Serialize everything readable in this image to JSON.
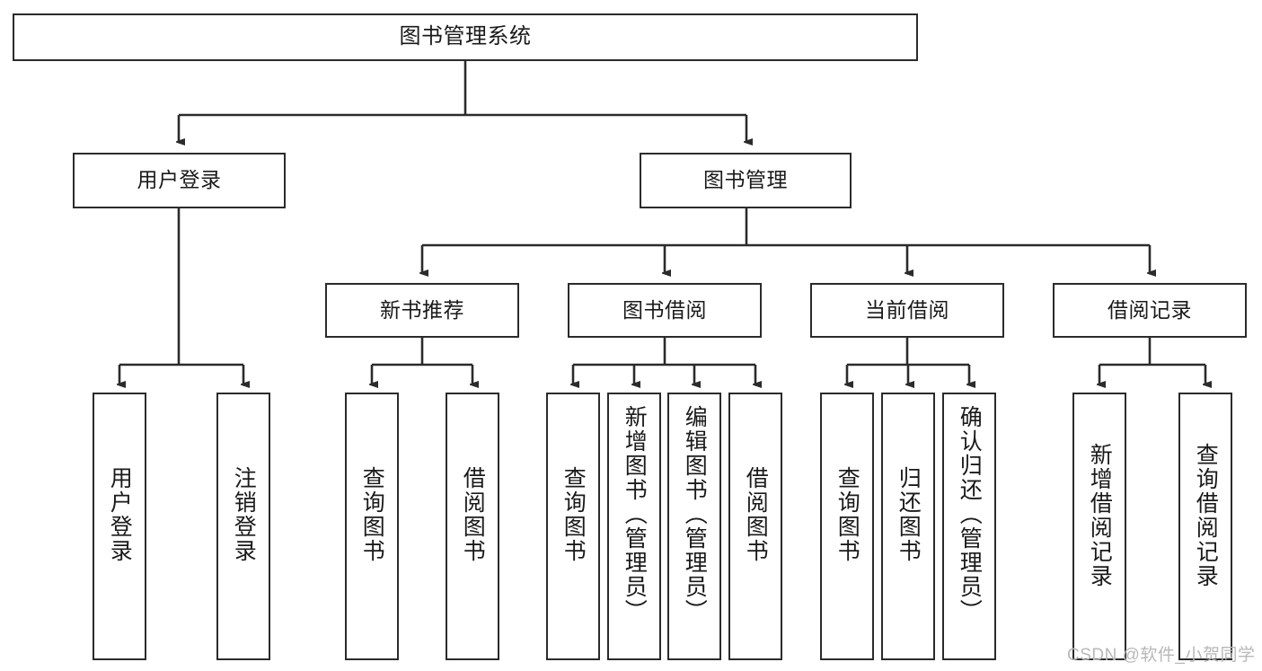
{
  "diagram": {
    "title": "图书管理系统",
    "type": "hierarchy-tree",
    "root": {
      "label": "图书管理系统"
    },
    "level2": [
      {
        "label": "用户登录"
      },
      {
        "label": "图书管理"
      }
    ],
    "level3": [
      {
        "label": "新书推荐"
      },
      {
        "label": "图书借阅"
      },
      {
        "label": "当前借阅"
      },
      {
        "label": "借阅记录"
      }
    ],
    "leaves": {
      "user_login": [
        {
          "label": "用户登录"
        },
        {
          "label": "注销登录"
        }
      ],
      "new_book_recommend": [
        {
          "label": "查询图书"
        },
        {
          "label": "借阅图书"
        }
      ],
      "book_borrow": [
        {
          "label": "查询图书"
        },
        {
          "label": "新增图书（管理员）"
        },
        {
          "label": "编辑图书（管理员）"
        },
        {
          "label": "借阅图书"
        }
      ],
      "current_borrow": [
        {
          "label": "查询图书"
        },
        {
          "label": "归还图书"
        },
        {
          "label": "确认归还（管理员）"
        }
      ],
      "borrow_record": [
        {
          "label": "新增借阅记录"
        },
        {
          "label": "查询借阅记录"
        }
      ]
    },
    "watermark": "CSDN @软件_小贺同学",
    "colors": {
      "stroke": "#2b2b2b",
      "fill": "#ffffff",
      "text": "#1a1a1a",
      "watermark": "#b8b8b8"
    }
  }
}
